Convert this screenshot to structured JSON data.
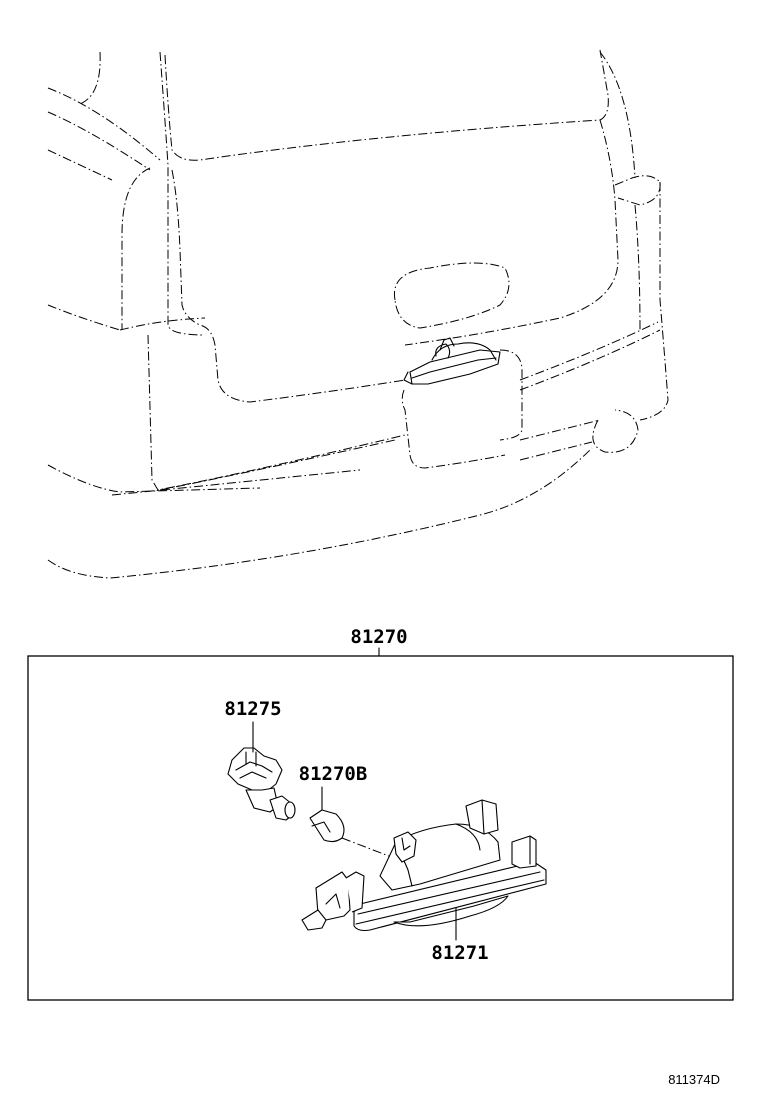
{
  "diagram": {
    "assembly_label": "81270",
    "parts": [
      {
        "key": "socket",
        "number": "81275"
      },
      {
        "key": "bulb",
        "number": "81270B"
      },
      {
        "key": "lens",
        "number": "81271"
      }
    ],
    "reference_code": "811374D"
  }
}
